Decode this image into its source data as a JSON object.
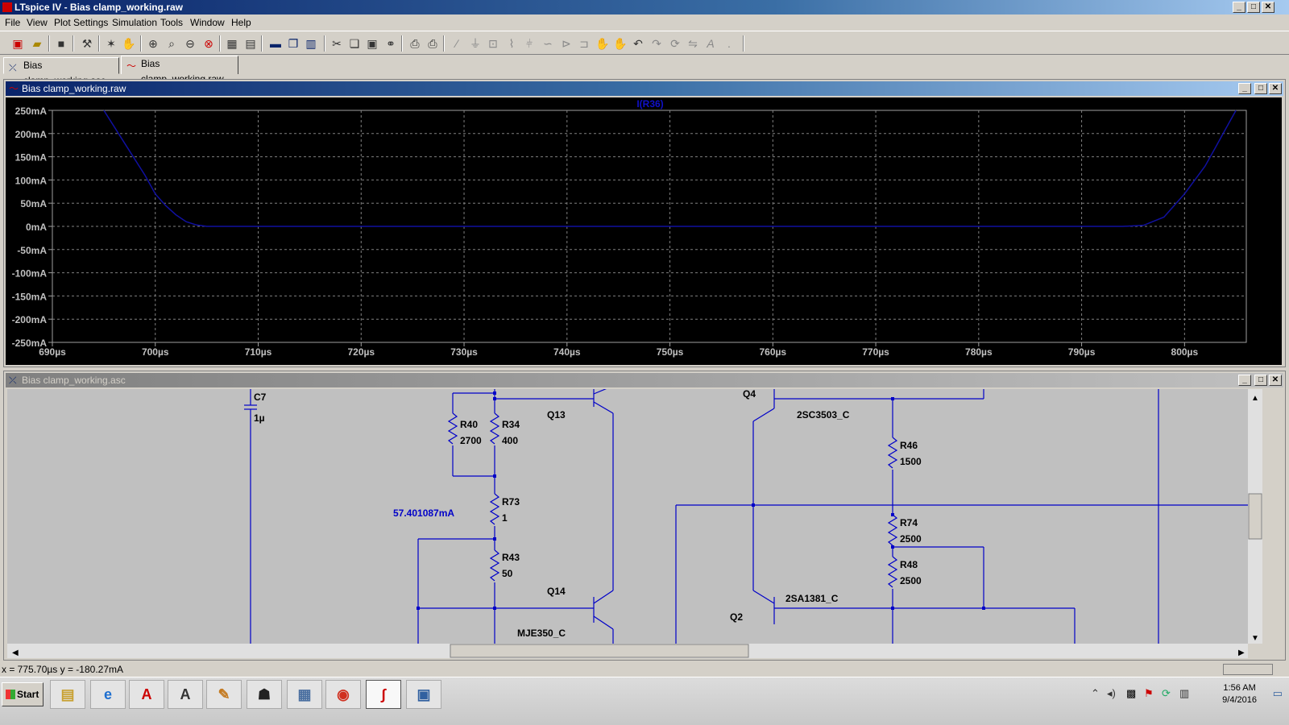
{
  "window": {
    "title": "LTspice IV - Bias clamp_working.raw",
    "min": "_",
    "max": "□",
    "close": "✕"
  },
  "menu": [
    "File",
    "View",
    "Plot Settings",
    "Simulation",
    "Tools",
    "Window",
    "Help"
  ],
  "tabs": [
    {
      "label": "Bias clamp_working.asc",
      "icon": "schematic-icon"
    },
    {
      "label": "Bias clamp_working.raw",
      "icon": "waveform-icon"
    }
  ],
  "plot_window": {
    "title": "Bias clamp_working.raw",
    "trace_label": "I(R36)"
  },
  "schematic_window": {
    "title": "Bias clamp_working.asc"
  },
  "colors": {
    "plot_bg": "#000000",
    "trace": "#1010a0",
    "grid": "#808080",
    "axis_text": "#c0c0c0",
    "wire": "#0000c8",
    "schematic_bg": "#c0c0c0"
  },
  "chart_data": {
    "type": "line",
    "title": "",
    "series": [
      {
        "name": "I(R36)",
        "x_unit": "µs",
        "y_unit": "mA",
        "x": [
          695,
          697,
          699,
          700,
          701,
          702,
          703,
          704,
          705,
          706,
          710,
          720,
          740,
          760,
          780,
          790,
          794,
          796,
          798,
          800,
          801,
          802,
          803,
          804,
          805
        ],
        "y": [
          250,
          180,
          110,
          70,
          45,
          25,
          10,
          3,
          0,
          0,
          0,
          0,
          0,
          0,
          0,
          0,
          0,
          2,
          20,
          70,
          100,
          130,
          170,
          210,
          250
        ]
      }
    ],
    "xlim": [
      690,
      806
    ],
    "ylim": [
      -250,
      250
    ],
    "xticks": [
      "690µs",
      "700µs",
      "710µs",
      "720µs",
      "730µs",
      "740µs",
      "750µs",
      "760µs",
      "770µs",
      "780µs",
      "790µs",
      "800µs"
    ],
    "yticks": [
      "250mA",
      "200mA",
      "150mA",
      "100mA",
      "50mA",
      "0mA",
      "-50mA",
      "-100mA",
      "-150mA",
      "-200mA",
      "-250mA"
    ],
    "grid": true
  },
  "schematic_labels": {
    "C7": "C7",
    "C7v": "1µ",
    "R40": "R40",
    "R40v": "2700",
    "R34": "R34",
    "R34v": "400",
    "Q13": "Q13",
    "R73": "R73",
    "R73v": "1",
    "probe": "57.401087mA",
    "R43": "R43",
    "R43v": "50",
    "Q14": "Q14",
    "Q14m": "MJE350_C",
    "Q4": "Q4",
    "Q4m": "2SC3503_C",
    "R46": "R46",
    "R46v": "1500",
    "R74": "R74",
    "R74v": "2500",
    "R48": "R48",
    "R48v": "2500",
    "Q2": "Q2",
    "Q2m": "2SA1381_C"
  },
  "status": {
    "cursor": "x = 775.70µs    y = -180.27mA"
  },
  "taskbar": {
    "start": "Start",
    "apps": [
      "file-explorer-icon",
      "internet-explorer-icon",
      "autocad-icon",
      "autocad-15-icon",
      "paint-icon",
      "alien-icon",
      "calculator-icon",
      "chrome-icon",
      "ltspice-icon",
      "remote-desktop-icon"
    ],
    "clock_time": "1:56 AM",
    "clock_date": "9/4/2016"
  }
}
